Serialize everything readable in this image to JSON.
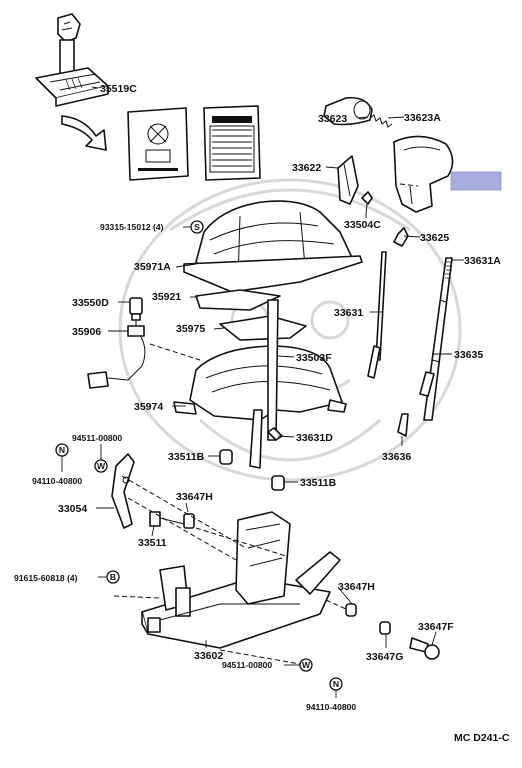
{
  "diagram": {
    "labels": {
      "p35519C": "35519C",
      "p33623": "33623",
      "p33623A": "33623A",
      "p33622": "33622",
      "p33504C": "33504C",
      "p33625": "33625",
      "p33631A": "33631A",
      "p93315": "93315-15012 (4)",
      "p35971A": "35971A",
      "p33550D": "33550D",
      "p35921": "35921",
      "p35906": "35906",
      "p35975": "35975",
      "p33631": "33631",
      "p33503F": "33503F",
      "p33635": "33635",
      "p35974": "35974",
      "p94511a": "94511-00800",
      "p33631D": "33631D",
      "p33636": "33636",
      "p94110a": "94110-40800",
      "p33511B_l": "33511B",
      "p33511B_r": "33511B",
      "p33054": "33054",
      "p33647H_a": "33647H",
      "p33511": "33511",
      "p91615": "91615-60818 (4)",
      "p33647H_b": "33647H",
      "p33647F": "33647F",
      "p33602": "33602",
      "p33647G": "33647G",
      "p94511b": "94511-00800",
      "p94110b": "94110-40800",
      "code": "MC  D241-C"
    },
    "symbols": {
      "s_S": "S",
      "s_N1": "N",
      "s_W1": "W",
      "s_B": "B",
      "s_W2": "W",
      "s_N2": "N"
    },
    "highlight_color": "#a9aee0"
  }
}
